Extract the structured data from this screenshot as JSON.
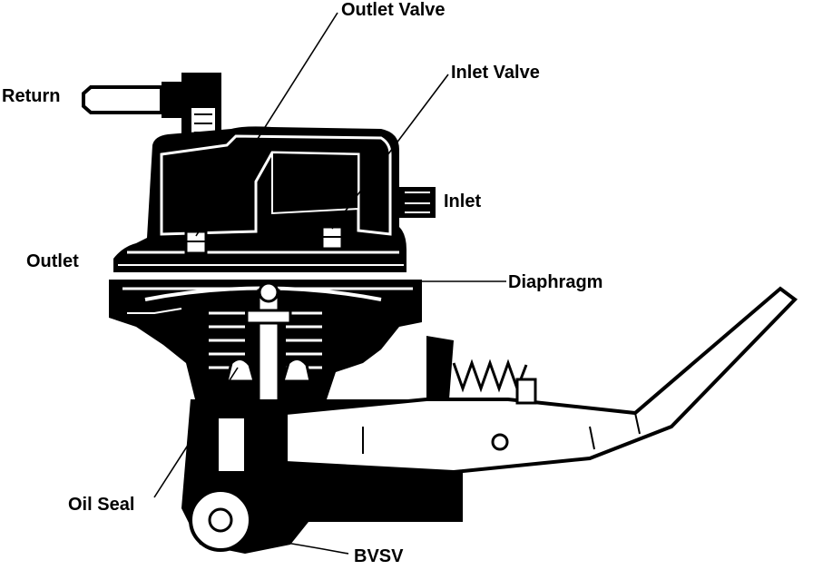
{
  "labels": {
    "outlet_valve": "Outlet Valve",
    "inlet_valve": "Inlet Valve",
    "return": "Return",
    "inlet": "Inlet",
    "outlet": "Outlet",
    "diaphragm": "Diaphragm",
    "oil_seal": "Oil Seal",
    "bvsv": "BVSV"
  },
  "colors": {
    "ink": "#000000",
    "paper": "#ffffff"
  }
}
